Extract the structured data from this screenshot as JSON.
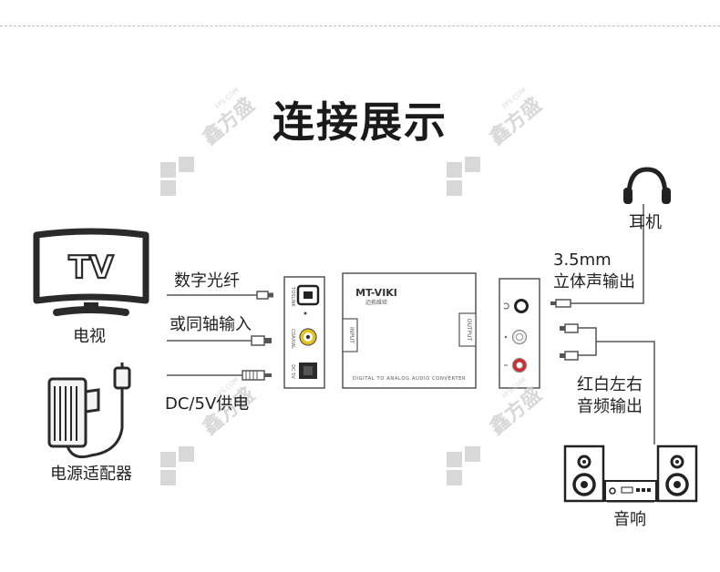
{
  "title": "连接展示",
  "labels": {
    "tv_text": "TV",
    "tv": "电视",
    "optical": "数字光纤",
    "coaxial": "或同轴输入",
    "dc_power": "DC/5V供电",
    "power_adapter": "电源适配器",
    "headphones": "耳机",
    "jack_size": "3.5mm",
    "stereo_out": "立体声输出",
    "rca_out_line1": "红白左右",
    "rca_out_line2": "音频输出",
    "speakers": "音响"
  },
  "device": {
    "brand": "MT-VIKI",
    "brand_cn": "迈拓维矩",
    "input_tag": "INPUT",
    "output_tag": "OUTPUT",
    "caption": "DIGITAL TO ANALOG AUDIO CONVERTER",
    "port_toslink": "TOSLINK",
    "port_coaxial": "COAXIAL",
    "port_dc": "DC 5V"
  },
  "watermark": {
    "text": "鑫方盛",
    "site": "XFS.COM"
  },
  "colors": {
    "line": "#555555",
    "rca_red": "#d9252b",
    "rca_yellow": "#e8c21f",
    "watermark": "#cfcfcf"
  }
}
